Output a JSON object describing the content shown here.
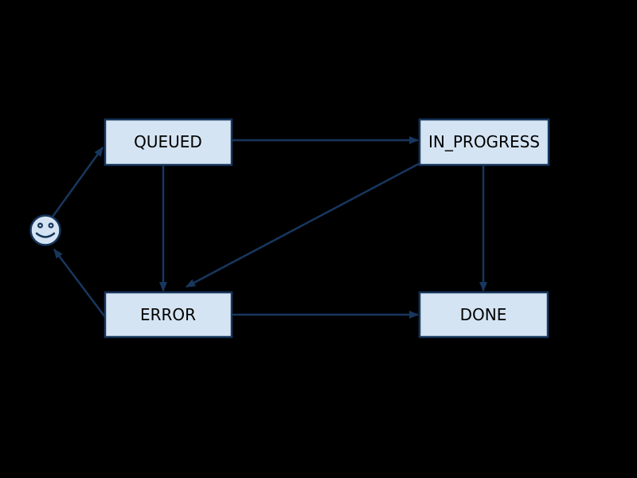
{
  "diagram": {
    "type": "state-diagram",
    "background_color": "#000000",
    "colors": {
      "node_fill": "#d5e4f3",
      "node_border": "#16365c",
      "edge": "#17375e",
      "node_text": "#000000"
    },
    "start_state": {
      "icon": "smiley-face-icon",
      "description": "initial state marker drawn as smiley face"
    },
    "nodes": [
      {
        "id": "queued",
        "label": "QUEUED"
      },
      {
        "id": "in_progress",
        "label": "IN_PROGRESS"
      },
      {
        "id": "error",
        "label": "ERROR"
      },
      {
        "id": "done",
        "label": "DONE"
      }
    ],
    "edges": [
      {
        "from": "start",
        "to": "QUEUED"
      },
      {
        "from": "QUEUED",
        "to": "IN_PROGRESS"
      },
      {
        "from": "QUEUED",
        "to": "ERROR"
      },
      {
        "from": "IN_PROGRESS",
        "to": "ERROR"
      },
      {
        "from": "IN_PROGRESS",
        "to": "DONE"
      },
      {
        "from": "ERROR",
        "to": "DONE"
      },
      {
        "from": "ERROR",
        "to": "start"
      }
    ]
  }
}
